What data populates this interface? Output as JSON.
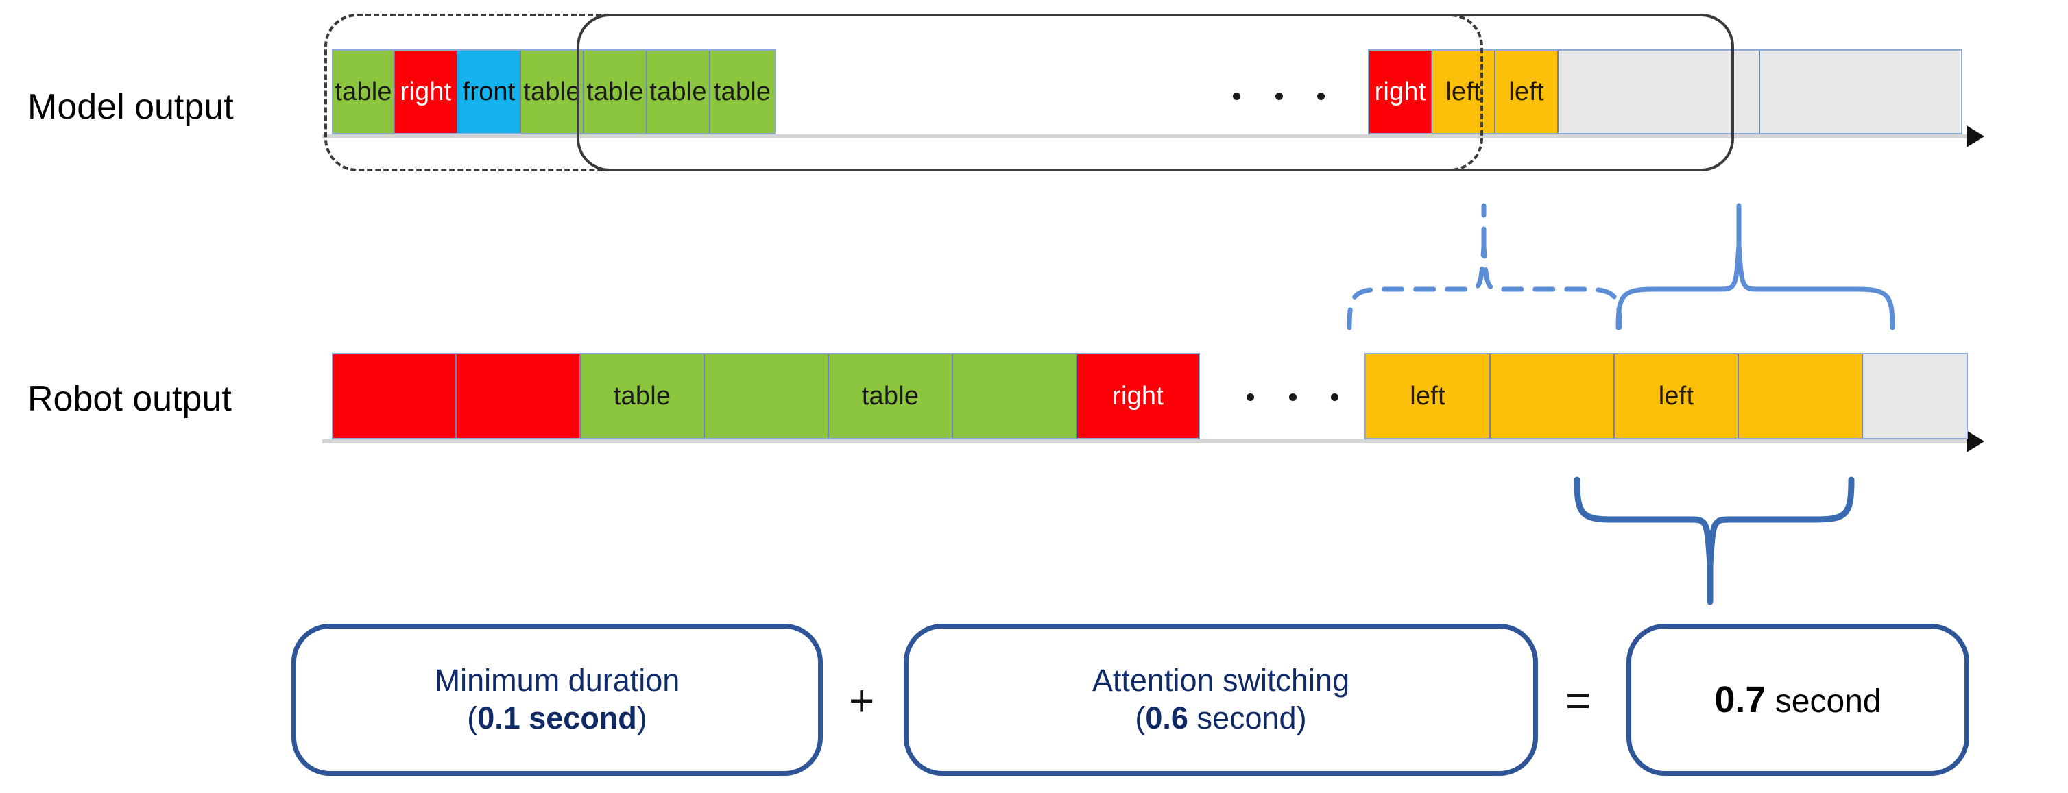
{
  "figure": {
    "title_colors": {
      "green": "#8cc63e",
      "red": "#fb0007",
      "blue": "#14b3ee",
      "orange": "#fcc00a",
      "gray": "#e7e7e7",
      "brace_blue": "#5b8ed6",
      "pill_border": "#2e5597",
      "pill_text": "#0f2a66"
    },
    "rows": [
      {
        "label": "Model output",
        "cells": [
          {
            "text": "table",
            "color": "green"
          },
          {
            "text": "right",
            "color": "red"
          },
          {
            "text": "front",
            "color": "blue"
          },
          {
            "text": "table",
            "color": "green"
          },
          {
            "text": "table",
            "color": "green"
          },
          {
            "text": "table",
            "color": "green"
          },
          {
            "text": "table",
            "color": "green"
          }
        ],
        "cells_after_gap": [
          {
            "text": "right",
            "color": "red"
          },
          {
            "text": "left",
            "color": "orange"
          },
          {
            "text": "left",
            "color": "orange"
          },
          {
            "text": "",
            "color": "gray"
          },
          {
            "text": "",
            "color": "gray"
          }
        ]
      },
      {
        "label": "Robot output",
        "cells": [
          {
            "text": "",
            "color": "red"
          },
          {
            "text": "",
            "color": "red"
          },
          {
            "text": "table",
            "color": "green"
          },
          {
            "text": "",
            "color": "green"
          },
          {
            "text": "table",
            "color": "green"
          },
          {
            "text": "",
            "color": "green"
          },
          {
            "text": "right",
            "color": "red"
          }
        ],
        "cells_after_gap": [
          {
            "text": "left",
            "color": "orange"
          },
          {
            "text": "",
            "color": "orange"
          },
          {
            "text": "left",
            "color": "orange"
          },
          {
            "text": "",
            "color": "orange"
          },
          {
            "text": "",
            "color": "gray"
          }
        ]
      }
    ],
    "ellipsis": "• • •",
    "formula": {
      "term1_line1": "Minimum duration",
      "term1_line2_open": "(",
      "term1_line2_value": "0.1 second",
      "term1_line2_close": ")",
      "operator_plus": "+",
      "term2_line1": "Attention switching",
      "term2_line2_open": "(",
      "term2_line2_value": "0.6",
      "term2_line2_unit": " second)",
      "operator_equals": "=",
      "result_value": "0.7",
      "result_unit": " second"
    }
  }
}
